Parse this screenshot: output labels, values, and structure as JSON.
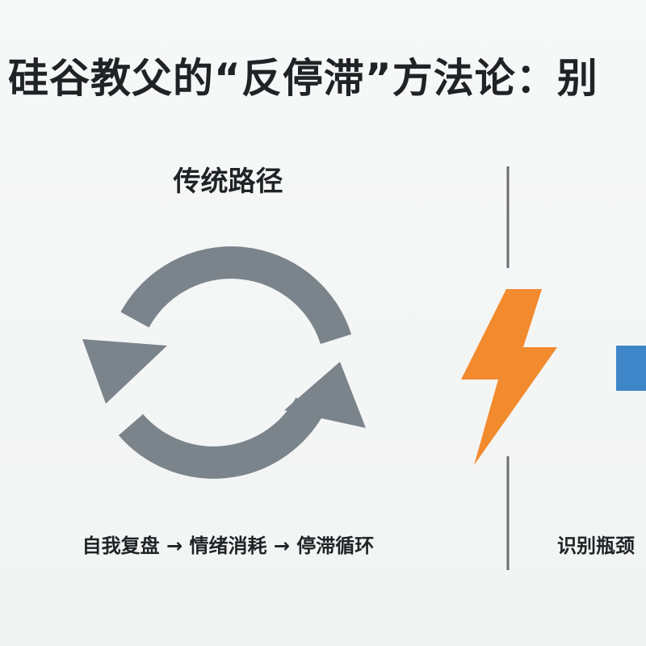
{
  "title": "硅谷教父的“反停滞”方法论：别",
  "left_panel": {
    "heading": "传统路径",
    "caption": "自我复盘 → 情绪消耗 → 停滞循环",
    "icon": "refresh-cycle-icon",
    "icon_color": "#7b848a"
  },
  "right_panel": {
    "caption": "识别瓶颈",
    "accent_color": "#3e86c8"
  },
  "divider": {
    "icon": "lightning-bolt-icon",
    "bolt_color": "#f28a2e",
    "line_color": "#6b6f72"
  }
}
